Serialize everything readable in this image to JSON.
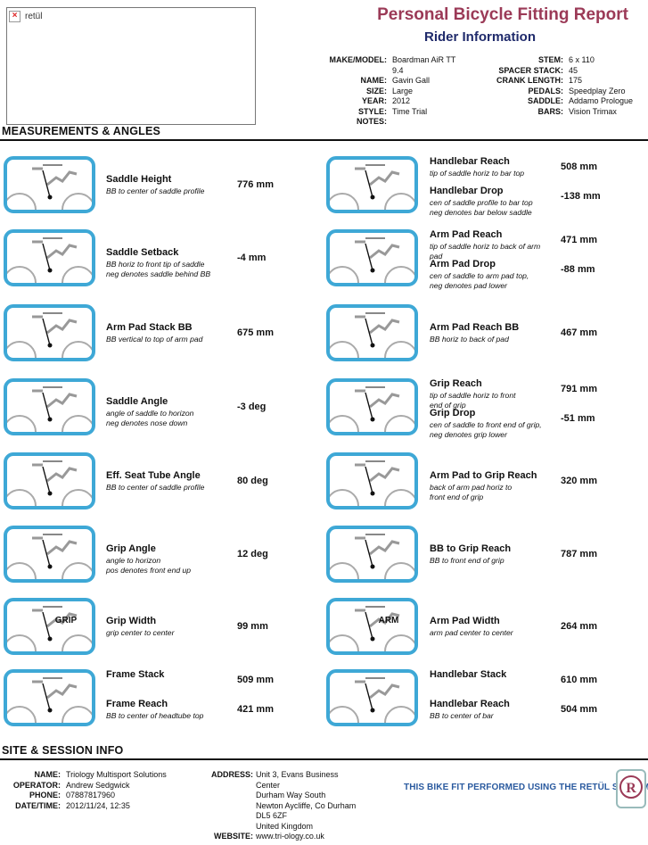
{
  "header": {
    "logo_alt": "retül",
    "title": "Personal Bicycle Fitting Report",
    "subtitle": "Rider Information"
  },
  "rider_left": [
    {
      "label": "MAKE/MODEL:",
      "value": "Boardman AiR TT"
    },
    {
      "label": "",
      "value": "9.4"
    },
    {
      "label": "NAME:",
      "value": "Gavin Gall"
    },
    {
      "label": "SIZE:",
      "value": "Large"
    },
    {
      "label": "YEAR:",
      "value": "2012"
    },
    {
      "label": "STYLE:",
      "value": "Time Trial"
    },
    {
      "label": "NOTES:",
      "value": ""
    }
  ],
  "rider_right": [
    {
      "label": "STEM:",
      "value": "6 x 110"
    },
    {
      "label": "SPACER STACK:",
      "value": "45"
    },
    {
      "label": "CRANK LENGTH:",
      "value": "175"
    },
    {
      "label": "PEDALS:",
      "value": "Speedplay Zero"
    },
    {
      "label": "SADDLE:",
      "value": "Addamo Prologue"
    },
    {
      "label": "BARS:",
      "value": "Vision Trimax"
    }
  ],
  "sections": {
    "measurements": "MEASUREMENTS & ANGLES",
    "site": "SITE & SESSION INFO"
  },
  "measurements_left": [
    {
      "icon": "saddle-height-diagram-icon",
      "items": [
        {
          "title": "Saddle Height",
          "desc": "BB to center of saddle profile",
          "value": "776 mm"
        }
      ]
    },
    {
      "icon": "saddle-setback-diagram-icon",
      "items": [
        {
          "title": "Saddle Setback",
          "desc": "BB horiz to front tip of saddle\nneg denotes saddle behind BB",
          "value": "-4 mm"
        }
      ]
    },
    {
      "icon": "arm-pad-stack-diagram-icon",
      "items": [
        {
          "title": "Arm Pad Stack BB",
          "desc": "BB vertical to top of arm pad",
          "value": "675 mm"
        }
      ]
    },
    {
      "icon": "saddle-angle-diagram-icon",
      "items": [
        {
          "title": "Saddle Angle",
          "desc": "angle of saddle to horizon\nneg denotes nose down",
          "value": "-3 deg"
        }
      ]
    },
    {
      "icon": "seat-tube-angle-diagram-icon",
      "items": [
        {
          "title": "Eff. Seat Tube Angle",
          "desc": "BB to center of saddle profile",
          "value": "80 deg"
        }
      ]
    },
    {
      "icon": "grip-angle-diagram-icon",
      "items": [
        {
          "title": "Grip Angle",
          "desc": "angle to horizon\npos denotes front end up",
          "value": "12 deg"
        }
      ]
    },
    {
      "icon": "grip-width-diagram-icon",
      "items": [
        {
          "title": "Grip Width",
          "desc": "grip center to center",
          "value": "99 mm"
        }
      ]
    },
    {
      "icon": "frame-stack-reach-diagram-icon",
      "items": [
        {
          "title": "Frame Stack",
          "desc": "",
          "value": "509 mm"
        },
        {
          "title": "Frame Reach",
          "desc": "BB to center of headtube top",
          "value": "421 mm"
        }
      ]
    }
  ],
  "measurements_right": [
    {
      "icon": "handlebar-reach-drop-diagram-icon",
      "items": [
        {
          "title": "Handlebar Reach",
          "desc": "tip of saddle horiz to bar top",
          "value": "508 mm"
        },
        {
          "title": "Handlebar Drop",
          "desc": "cen of saddle profile to bar top\nneg denotes bar below saddle",
          "value": "-138 mm"
        }
      ]
    },
    {
      "icon": "arm-pad-reach-drop-diagram-icon",
      "items": [
        {
          "title": "Arm Pad Reach",
          "desc": "tip of saddle horiz to back of arm\npad",
          "value": "471 mm"
        },
        {
          "title": "Arm Pad Drop",
          "desc": "cen of saddle to arm pad top,\nneg denotes pad lower",
          "value": "-88 mm"
        }
      ]
    },
    {
      "icon": "arm-pad-reach-bb-diagram-icon",
      "items": [
        {
          "title": "Arm Pad Reach BB",
          "desc": "BB horiz to back of pad",
          "value": "467 mm"
        }
      ]
    },
    {
      "icon": "grip-reach-drop-diagram-icon",
      "items": [
        {
          "title": "Grip Reach",
          "desc": "tip of saddle horiz to front\nend of grip",
          "value": "791 mm"
        },
        {
          "title": "Grip Drop",
          "desc": "cen of saddle to front end of grip,\nneg denotes grip lower",
          "value": "-51 mm"
        }
      ]
    },
    {
      "icon": "arm-pad-to-grip-diagram-icon",
      "items": [
        {
          "title": "Arm Pad to Grip Reach",
          "desc": "back of arm pad horiz to\nfront end of grip",
          "value": "320 mm"
        }
      ]
    },
    {
      "icon": "bb-to-grip-diagram-icon",
      "items": [
        {
          "title": "BB to Grip Reach",
          "desc": "BB to front end of grip",
          "value": "787 mm"
        }
      ]
    },
    {
      "icon": "arm-pad-width-diagram-icon",
      "items": [
        {
          "title": "Arm Pad Width",
          "desc": "arm pad center to center",
          "value": "264 mm"
        }
      ]
    },
    {
      "icon": "handlebar-stack-reach-diagram-icon",
      "items": [
        {
          "title": "Handlebar Stack",
          "desc": "",
          "value": "610 mm"
        },
        {
          "title": "Handlebar Reach",
          "desc": "BB to center of bar",
          "value": "504 mm"
        }
      ]
    }
  ],
  "icon_labels": {
    "grip": "GRIP",
    "arm": "ARM"
  },
  "site_left": [
    {
      "label": "NAME:",
      "value": "Triology Multisport Solutions"
    },
    {
      "label": "OPERATOR:",
      "value": "Andrew Sedgwick"
    },
    {
      "label": "PHONE:",
      "value": "07887817960"
    },
    {
      "label": "DATE/TIME:",
      "value": "2012/11/24, 12:35"
    }
  ],
  "site_address_label": "ADDRESS:",
  "site_address_lines": [
    "Unit 3, Evans Business",
    "Center",
    "Durham Way South",
    "Newton Aycliffe, Co Durham",
    "DL5 6ZF",
    "United Kingdom"
  ],
  "site_website_label": "WEBSITE:",
  "site_website": "www.tri-ology.co.uk",
  "footer_badge": "THIS BIKE FIT PERFORMED USING THE RETÜL SYSTEM",
  "footer_logo_letter": "R",
  "colors": {
    "accent_border": "#3ea8d6",
    "title": "#9b3a57",
    "subtitle": "#1f2a6b",
    "badge": "#2a5a9f"
  }
}
